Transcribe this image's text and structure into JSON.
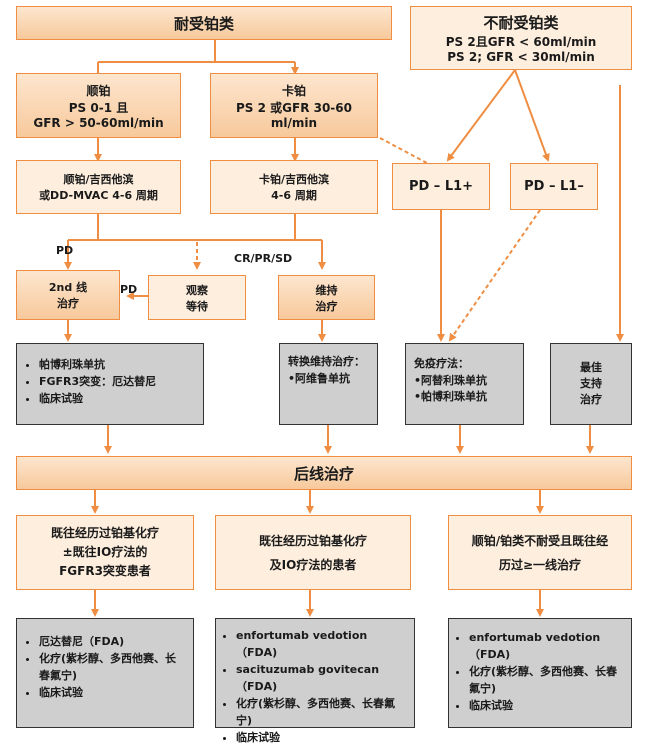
{
  "colors": {
    "orange_line": "#ef8e43",
    "gray_fill": "#cfcfcf",
    "box_fill": "#fdeedd"
  },
  "top_left": {
    "title": "耐受铂类"
  },
  "top_right": {
    "title": "不耐受铂类",
    "line1": "PS 2且GFR < 60ml/min",
    "line2": "PS 2; GFR < 30ml/min"
  },
  "cisplatin": {
    "name": "顺铂",
    "line1": "PS 0-1 且",
    "line2": "GFR > 50-60ml/min"
  },
  "carboplatin": {
    "name": "卡铂",
    "line1": "PS 2 或GFR 30-60",
    "line2": "ml/min"
  },
  "cis_regimen": {
    "line1": "顺铂/吉西他滨",
    "line2": "或DD-MVAC 4-6 周期"
  },
  "carbo_regimen": {
    "line1": "卡铂/吉西他滨",
    "line2": "4-6 周期"
  },
  "pd_pos": {
    "label": "PD – L1+"
  },
  "pd_neg": {
    "label": "PD – L1–"
  },
  "labels": {
    "pd_left": "PD",
    "pd_mid": "PD",
    "response": "CR/PR/SD"
  },
  "second_line": {
    "line1": "2nd 线",
    "line2": "治疗"
  },
  "observe": {
    "line1": "观察",
    "line2": "等待"
  },
  "maintenance": {
    "line1": "维持",
    "line2": "治疗"
  },
  "gray1": {
    "items": [
      "帕博利珠单抗",
      "FGFR3突变：厄达替尼",
      "临床试验"
    ]
  },
  "gray2": {
    "title": "转换维持治疗：",
    "item": "•阿维鲁单抗"
  },
  "gray3": {
    "title": "免疫疗法：",
    "item1": "•阿替利珠单抗",
    "item2": "•帕博利珠单抗"
  },
  "gray4": {
    "line1": "最佳",
    "line2": "支持",
    "line3": "治疗"
  },
  "later_line": {
    "title": "后线治疗"
  },
  "group1": {
    "line1": "既往经历过铂基化疗",
    "line2": "±既往IO疗法的",
    "line3": "FGFR3突变患者"
  },
  "group2": {
    "line1": "既往经历过铂基化疗",
    "line2": "及IO疗法的患者"
  },
  "group3": {
    "line1": "顺铂/铂类不耐受且既往经",
    "line2": "历过≥一线治疗"
  },
  "treat1": {
    "items": [
      "厄达替尼（FDA)",
      "化疗(紫杉醇、多西他赛、长春氟宁)",
      "临床试验"
    ]
  },
  "treat2": {
    "items": [
      "enfortumab vedotion（FDA)",
      "sacituzumab govitecan（FDA)",
      "化疗(紫杉醇、多西他赛、长春氟宁)",
      "临床试验"
    ]
  },
  "treat3": {
    "items": [
      "enfortumab vedotion（FDA)",
      "化疗(紫杉醇、多西他赛、长春氟宁)",
      "临床试验"
    ]
  }
}
